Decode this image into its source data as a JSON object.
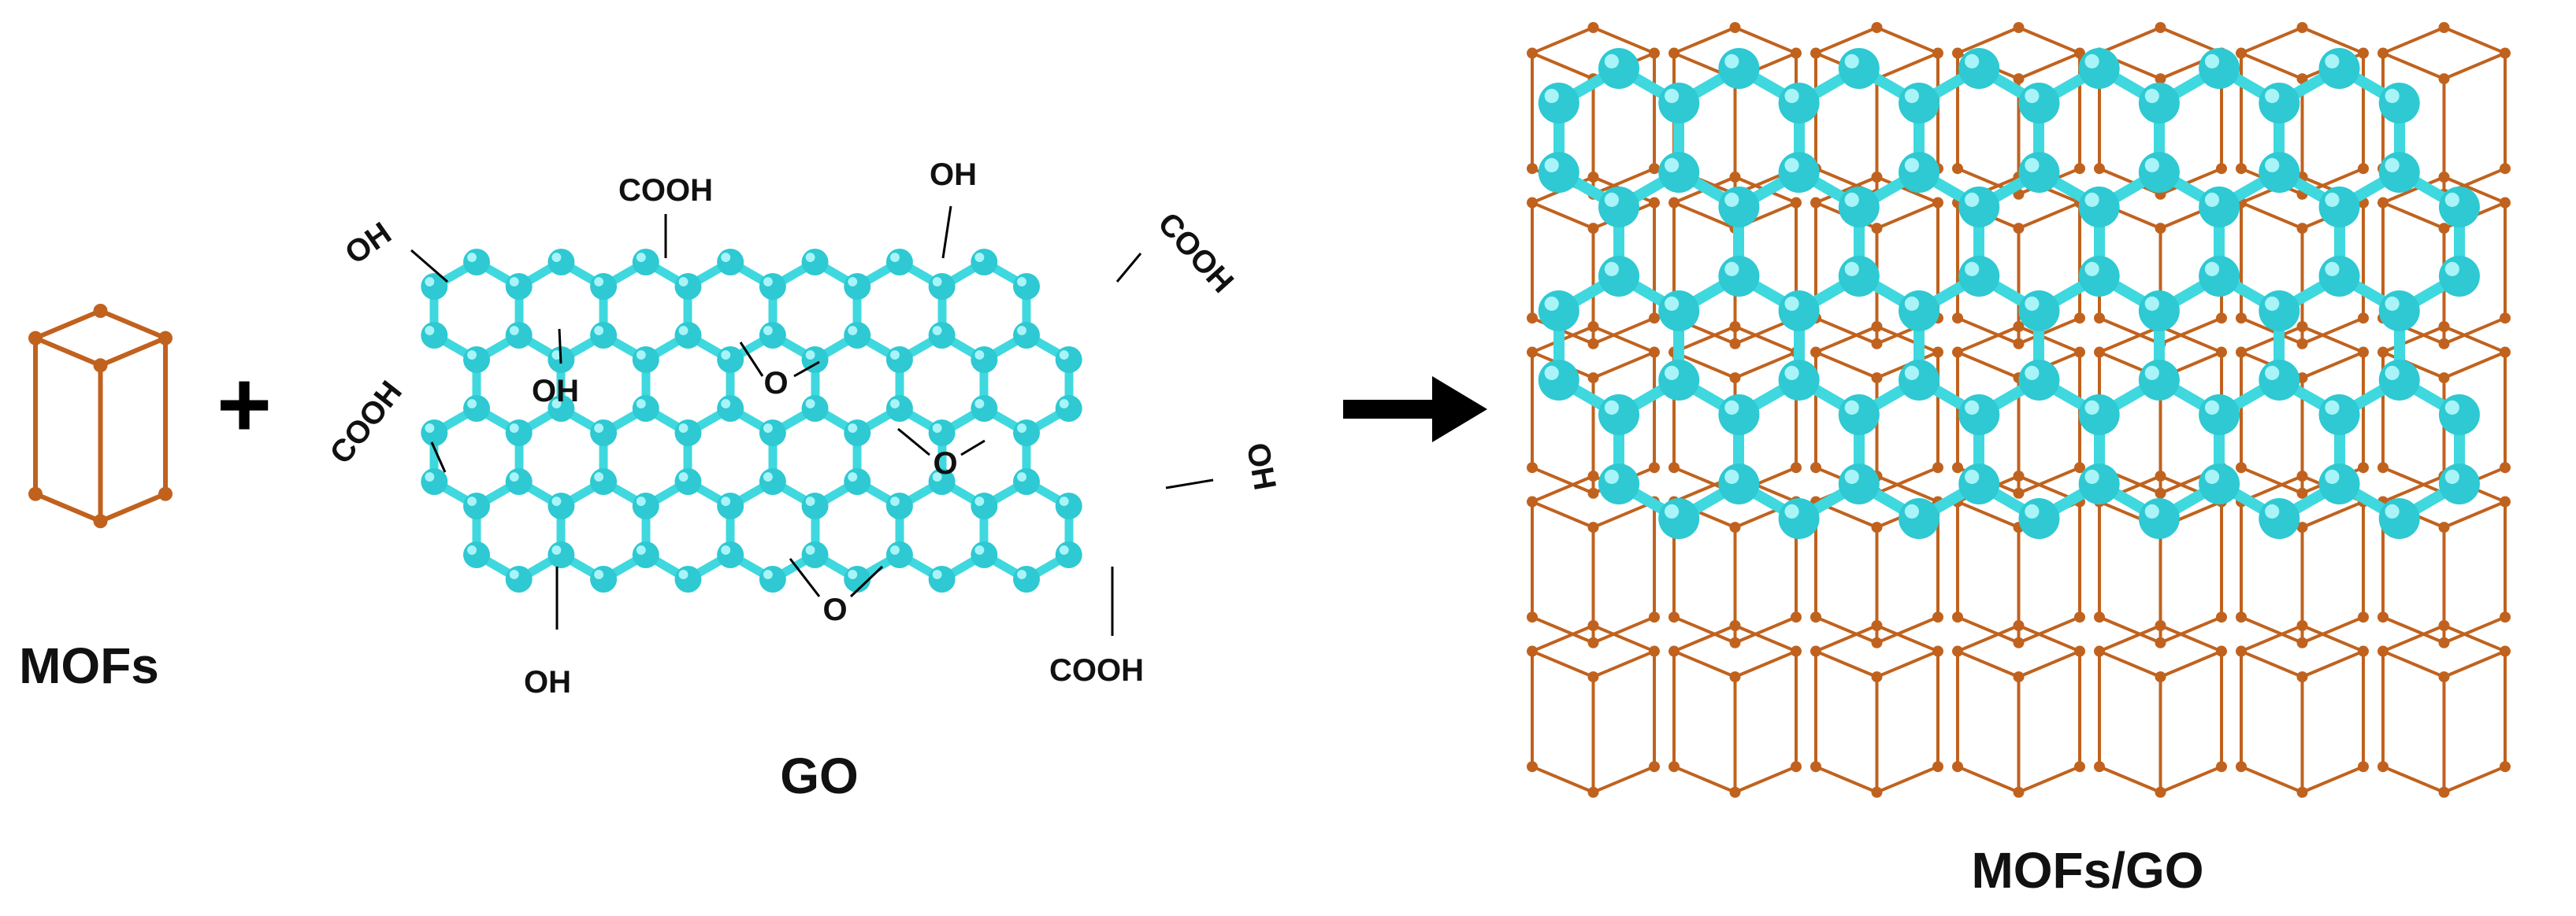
{
  "labels": {
    "mofs": "MOFs",
    "go": "GO",
    "composite": "MOFs/GO",
    "plus": "+"
  },
  "functional_groups": {
    "oh_top_left": "OH",
    "cooh_top": "COOH",
    "oh_top": "OH",
    "cooh_top_right": "COOH",
    "oh_inner": "OH",
    "o_epoxy_1": "O",
    "o_epoxy_2": "O",
    "o_epoxy_3": "O",
    "cooh_left": "COOH",
    "oh_right": "OH",
    "oh_bottom": "OH",
    "cooh_bottom": "COOH"
  },
  "colors": {
    "mof_frame": "#C0621E",
    "carbon_atom": "#2EC9D2",
    "carbon_bond": "#3FD8DF",
    "text": "#111111",
    "arrow": "#000000"
  },
  "icons": {
    "arrow": "right-arrow-icon",
    "mof_unit": "cube-frame-icon"
  }
}
